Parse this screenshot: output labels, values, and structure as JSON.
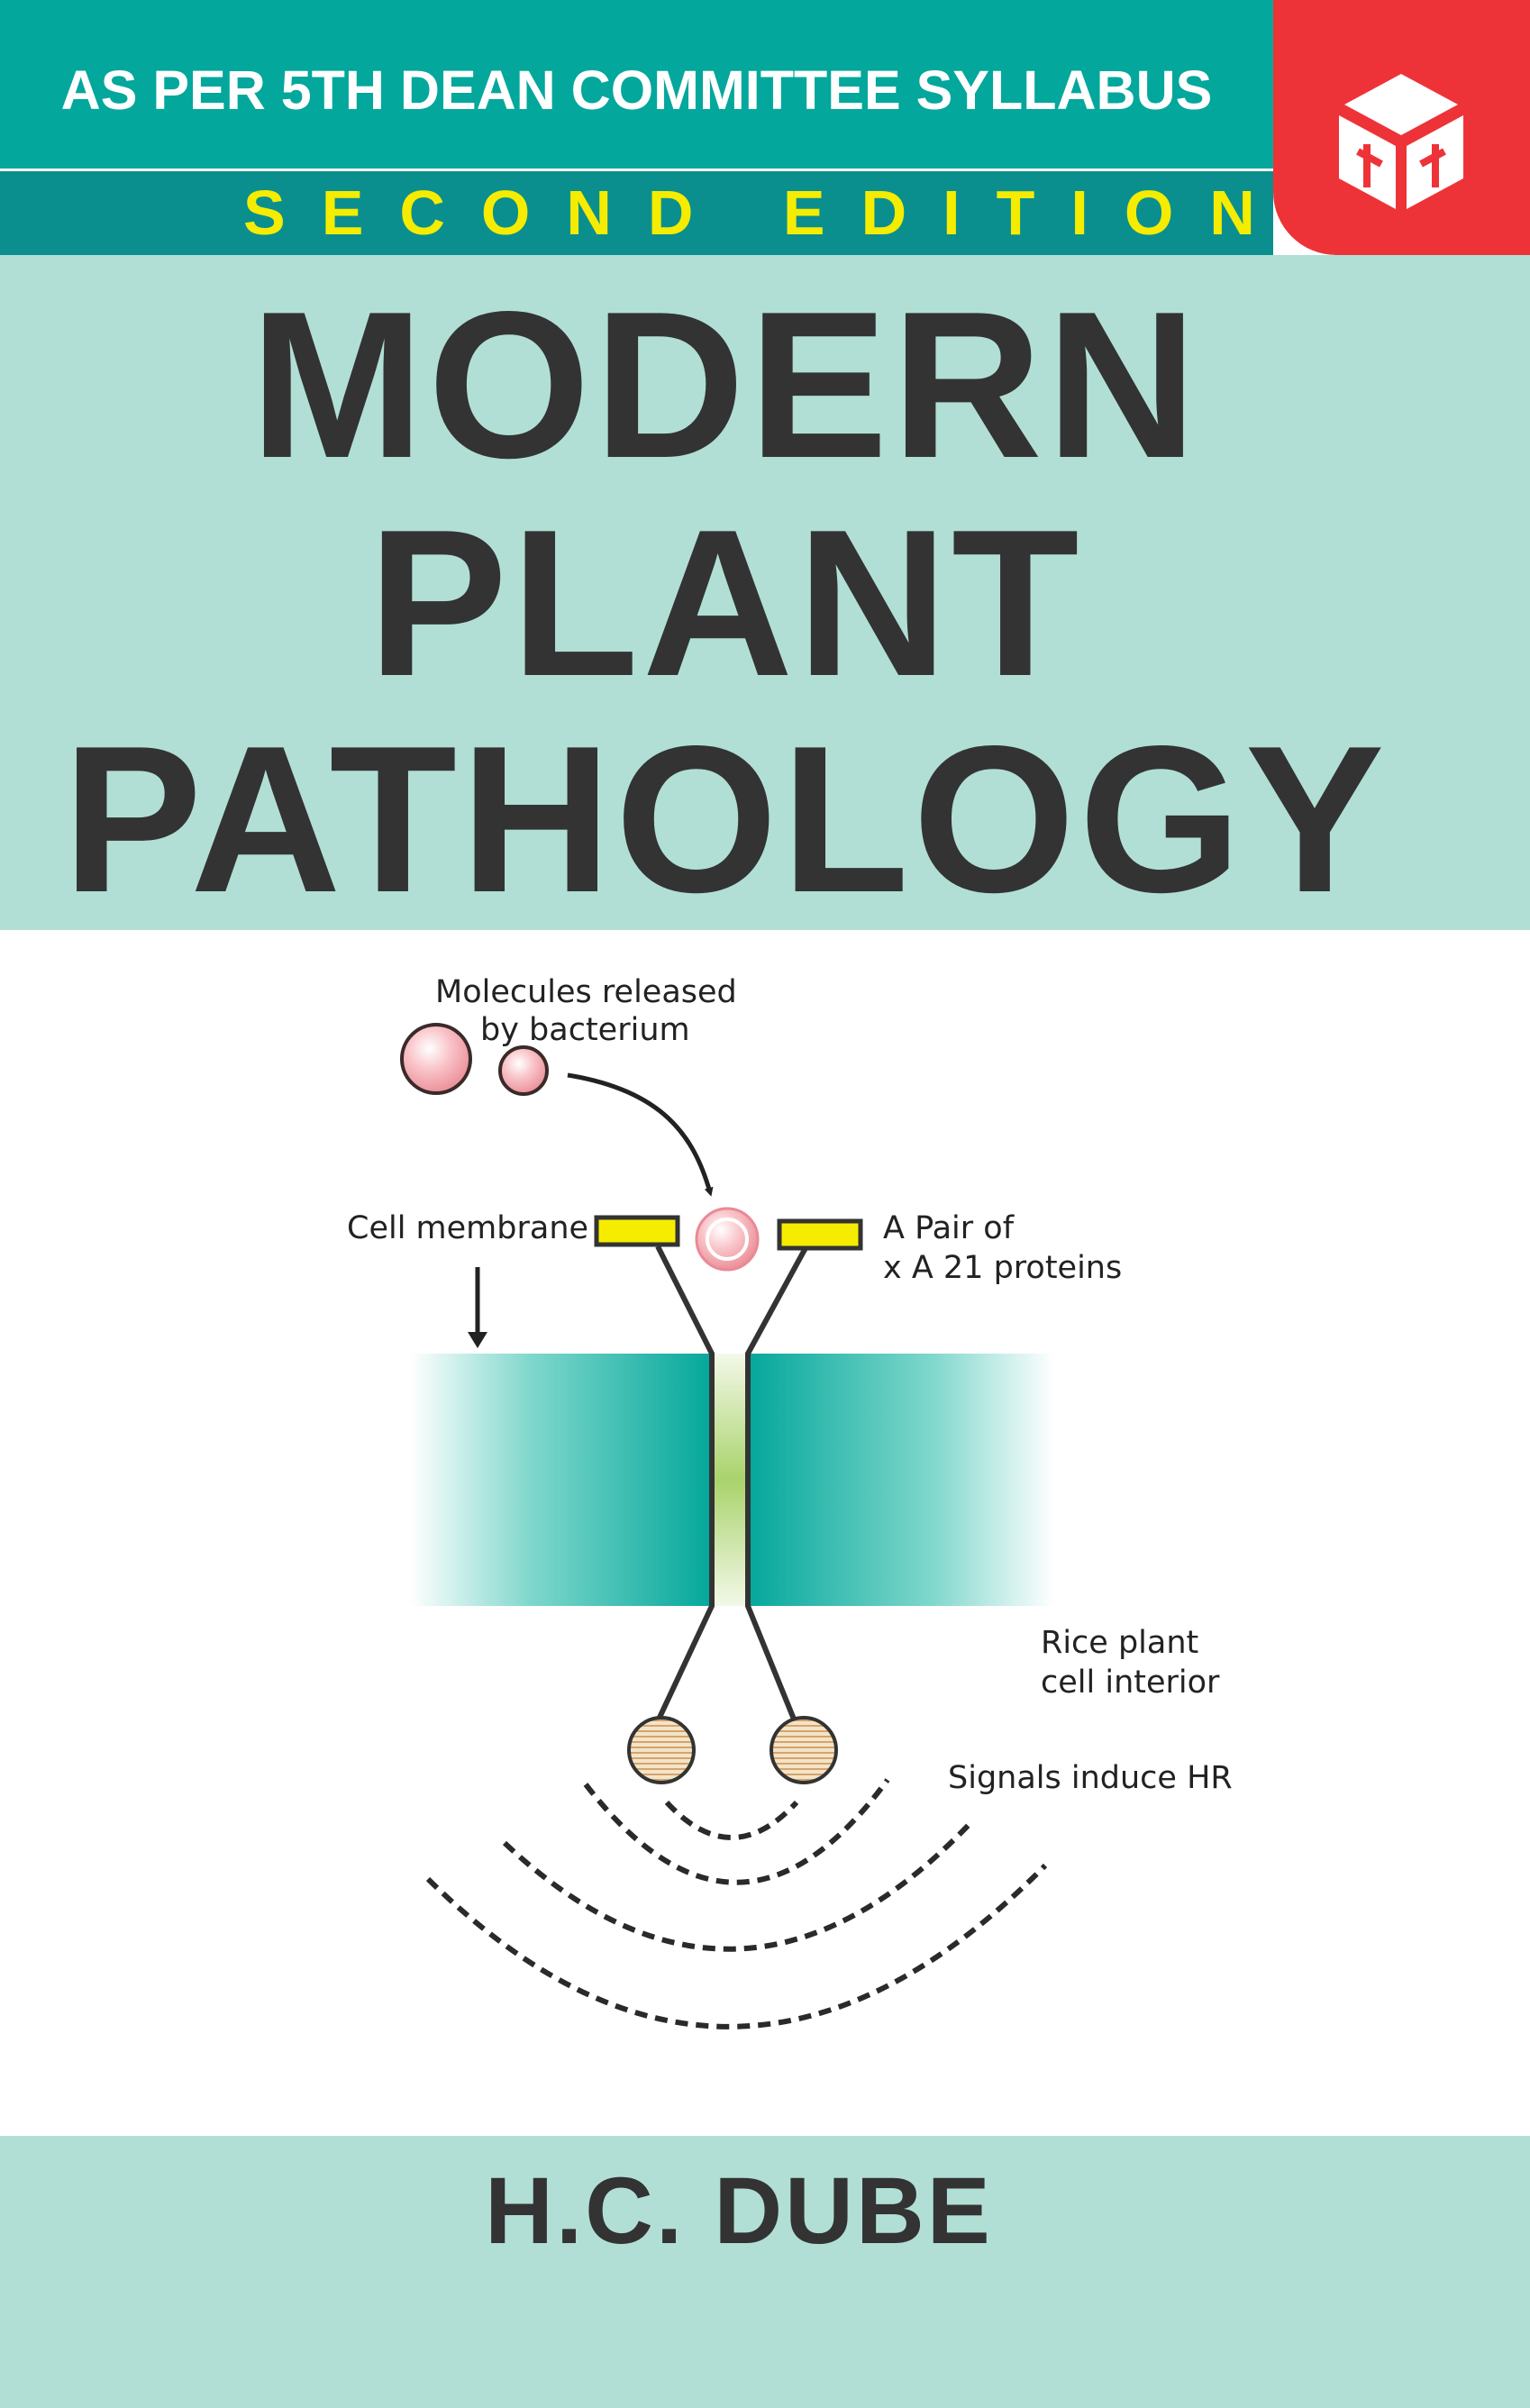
{
  "cover": {
    "syllabus_line": "AS PER 5TH DEAN COMMITTEE SYLLABUS",
    "edition": "SECOND EDITION",
    "title_lines": [
      "MODERN",
      "PLANT",
      "PATHOLOGY"
    ],
    "author": "H.C. DUBE",
    "publisher_logo": "cube-logo-icon"
  },
  "diagram": {
    "labels": {
      "molecules": [
        "Molecules released",
        "by bacterium"
      ],
      "cell_membrane": "Cell membrane",
      "protein_pair": [
        "A Pair of",
        "x A 21 proteins"
      ],
      "cell_interior": [
        "Rice plant",
        "cell interior"
      ],
      "signals": "Signals induce HR"
    }
  },
  "colors": {
    "teal": "#04a79b",
    "dark_teal": "#0a8f8e",
    "mint": "#b1dfd5",
    "red": "#ee3338",
    "yellow": "#f5ec00",
    "title_text": "#333333"
  }
}
